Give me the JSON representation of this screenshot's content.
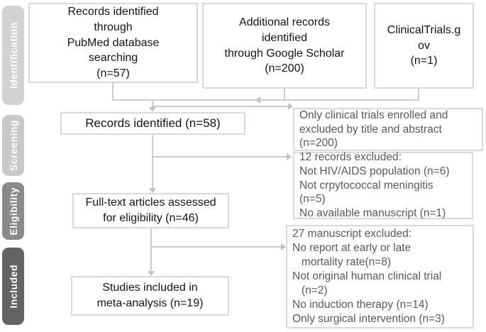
{
  "colors": {
    "box_border": "#d9d9d9",
    "connector_line": "#cccccc",
    "main_box_text": "#141414",
    "note_box_text": "#595959",
    "stage_label_text": "#ffffff",
    "stage_identification_bg": "#d2d2d2",
    "stage_screening_bg": "#c9c9c9",
    "stage_eligibility_bg": "#8a8a8a",
    "stage_included_bg": "#636363"
  },
  "sidebar": {
    "stages": [
      {
        "label": "Identification",
        "css": "background:#d2d2d2"
      },
      {
        "label": "Screening",
        "css": "background:#c9c9c9"
      },
      {
        "label": "Eligibility",
        "css": "background:#8a8a8a"
      },
      {
        "label": "Included",
        "css": "background:#636363"
      }
    ]
  },
  "flow": {
    "pubmed": {
      "text": "Records identified\nthrough\nPubMed database\nsearching\n(n=57)"
    },
    "google": {
      "text": "Additional records\nidentified\nthrough Google Scholar\n(n=200)"
    },
    "clinicaltrials": {
      "text": "ClinicalTrials.g\nov\n(n=1)"
    },
    "records": {
      "text": "Records identified (n=58)"
    },
    "fulltext": {
      "text": "Full-text articles assessed\nfor eligibility (n=46)"
    },
    "studies": {
      "text": "Studies included in\nmeta-analysis (n=19)"
    }
  },
  "notes": {
    "title_abstract": {
      "text": "Only clinical trials enrolled and\nexcluded by title and abstract\n(n=200)"
    },
    "records_excluded": {
      "text": "12 records excluded:\nNot HIV/AIDS population (n=6)\nNot crpytococcal meningitis\n(n=5)\nNo available manuscript (n=1)"
    },
    "manuscripts_excluded": {
      "text": "27 manuscript excluded:\nNo report at early or late\n   mortality rate(n=8)\nNot original human clinical trial\n   (n=2)\nNo induction therapy (n=14)\nOnly surgical intervention (n=3)"
    }
  }
}
